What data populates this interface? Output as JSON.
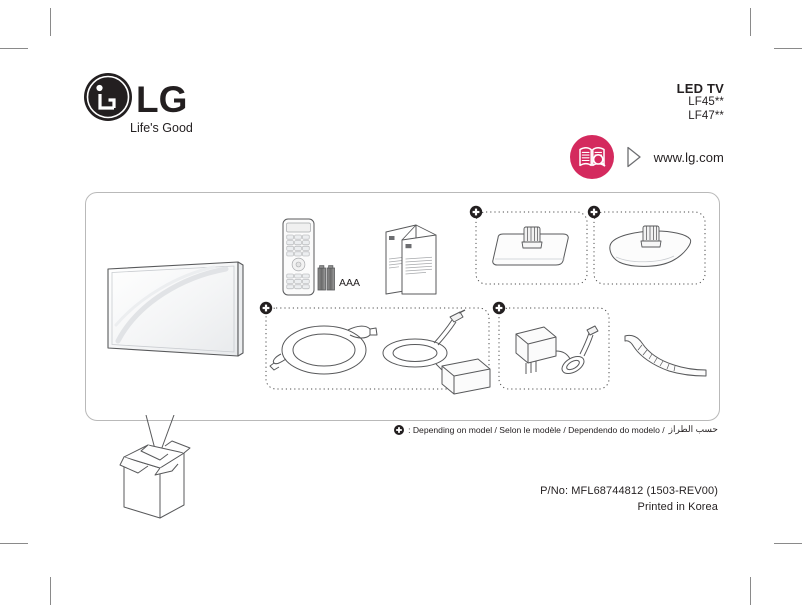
{
  "page": {
    "brand_name": "LG",
    "brand_tagline": "Life's Good",
    "background_color": "#ffffff",
    "text_color": "#231f20",
    "accent_color": "#d42a5e",
    "line_color": "#58595b"
  },
  "header": {
    "product_type": "LED TV",
    "model_1": "LF45**",
    "model_2": "LF47**",
    "web_url": "www.lg.com",
    "badge_icon": "manual-book-search-icon",
    "play_icon": "play-triangle-icon"
  },
  "contents_panel": {
    "items": [
      {
        "name": "tv-panel",
        "label": "",
        "optional": false
      },
      {
        "name": "remote-control",
        "label": "",
        "optional": false
      },
      {
        "name": "aaa-batteries",
        "label": "AAA",
        "optional": false
      },
      {
        "name": "manuals",
        "label": "",
        "optional": false
      },
      {
        "name": "stand-base-rectangular",
        "label": "",
        "optional": true
      },
      {
        "name": "stand-base-curved",
        "label": "",
        "optional": true
      },
      {
        "name": "power-cord",
        "label": "",
        "optional": true
      },
      {
        "name": "dc-adapter",
        "label": "",
        "optional": true
      },
      {
        "name": "wall-power-adapter",
        "label": "",
        "optional": true
      },
      {
        "name": "cable-tie",
        "label": "",
        "optional": false
      }
    ],
    "optional_marker": "plus-badge-icon"
  },
  "legend": {
    "marker": "plus-badge-icon",
    "text": ": Depending on model / Selon le modèle / Dependendo do modelo /",
    "text_arabic": "حسب الطراز"
  },
  "footer": {
    "part_number": "P/No: MFL68744812 (1503-REV00)",
    "printed_in": "Printed in Korea"
  },
  "box_art": {
    "name": "open-carton-box"
  }
}
